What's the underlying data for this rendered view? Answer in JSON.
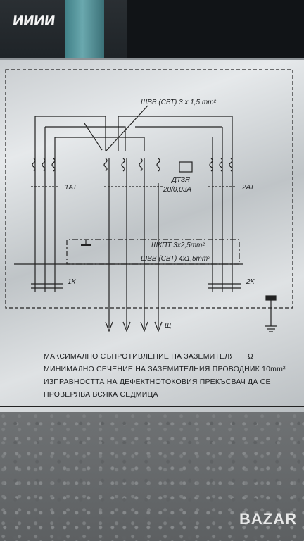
{
  "graffiti": "ииии",
  "labels": {
    "cable_top": "ШВВ (СВТ) 3 х 1,5 mm²",
    "breaker_left": "1АТ",
    "breaker_right": "2АТ",
    "rcd": "ДТЗЯ",
    "rcd_rating": "20/0,03А",
    "cable_mid1": "ШКПТ 3х2,5mm²",
    "cable_mid2": "ШВВ (СВТ) 4х1,5mm²",
    "terminal_left": "1К",
    "terminal_right": "2К",
    "panel": "Щ",
    "ground_symbol": "⏚"
  },
  "notes": {
    "line1": "МАКСИМАЛНО СЪПРОТИВЛЕНИЕ НА ЗАЗЕМИТЕЛЯ",
    "line1_unit": "Ω",
    "line2": "МИНИМАЛНО СЕЧЕНИЕ НА ЗАЗЕМИТЕЛНИЯ ПРОВОДНИК 10mm²",
    "line3": "ИЗПРАВНОСТТА НА ДЕФЕКТНОТОКОВИЯ ПРЕКЪСВАЧ ДА СЕ",
    "line4": "ПРОВЕРЯВА ВСЯКА СЕДМИЦА"
  },
  "watermark": "BAZAR"
}
